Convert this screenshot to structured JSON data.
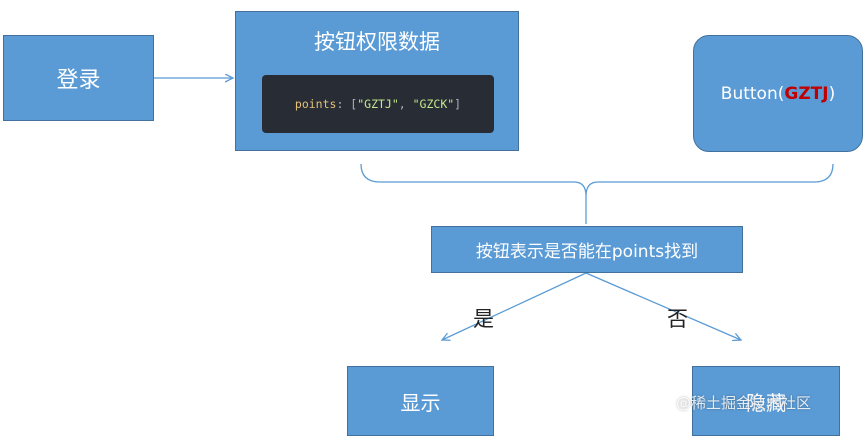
{
  "nodes": {
    "login": "登录",
    "permission_title": "按钮权限数据",
    "code_key": "points",
    "code_values": [
      "\"GZTJ\"",
      "\"GZCK\""
    ],
    "button_prefix": "Button(",
    "button_code": "GZTJ",
    "button_suffix": ")",
    "check": "按钮表示是否能在points找到",
    "show": "显示",
    "hide": "隐藏"
  },
  "edges": {
    "yes_label": "是",
    "no_label": "否"
  },
  "colors": {
    "box_fill": "#5b9bd5",
    "box_border": "#41719c",
    "highlight_red": "#c00000",
    "code_bg": "#282c34"
  },
  "watermark": "@稀土掘金技术社区"
}
